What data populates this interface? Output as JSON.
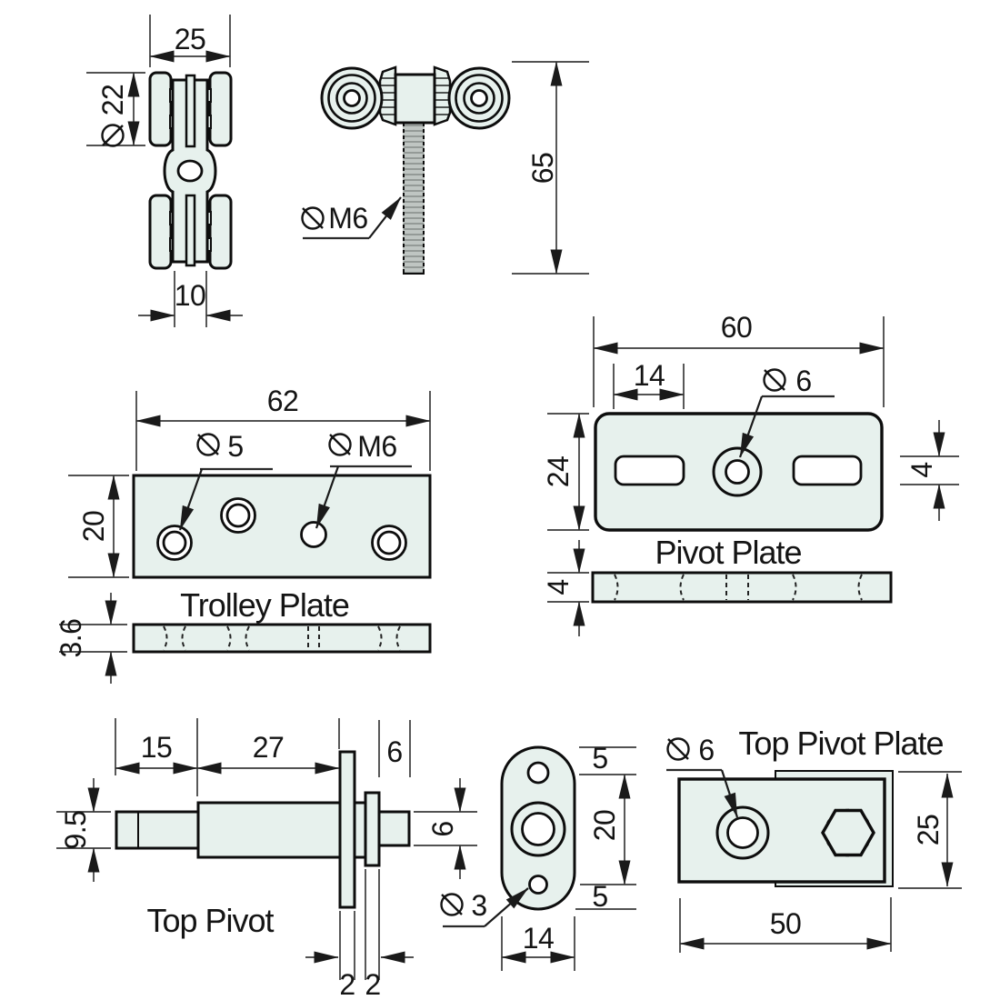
{
  "colors": {
    "part_fill": "#e7f1ed",
    "line": "#0d0d0d",
    "dim_line": "#3a3a3a",
    "rod_fill": "#bfc5c2"
  },
  "symbols": {
    "diameter": "⌀"
  },
  "trolley_front": {
    "width": "25",
    "wheel_dia": "22",
    "hub_width": "10"
  },
  "trolley_side": {
    "thread": "M6",
    "height": "65"
  },
  "trolley_plate": {
    "label": "Trolley Plate",
    "length": "62",
    "csk_hole": "5",
    "thread_hole": "M6",
    "width": "20",
    "thickness": "3.6"
  },
  "pivot_plate": {
    "label": "Pivot Plate",
    "length": "60",
    "slot_length": "14",
    "hole": "6",
    "width": "24",
    "slot_width": "4",
    "thickness": "4"
  },
  "top_pivot": {
    "label": "Top Pivot",
    "seg_a": "15",
    "seg_b": "27",
    "tip_length": "6",
    "shaft_dia": "9.5",
    "tip_dia": "6",
    "flange_thk": "2",
    "spacer_thk": "2"
  },
  "pivot_front": {
    "edge_top": "5",
    "hole_spacing": "20",
    "edge_bottom": "5",
    "screw_hole": "3",
    "width": "14"
  },
  "top_pivot_plate": {
    "label": "Top Pivot Plate",
    "hole": "6",
    "height": "25",
    "length": "50"
  }
}
